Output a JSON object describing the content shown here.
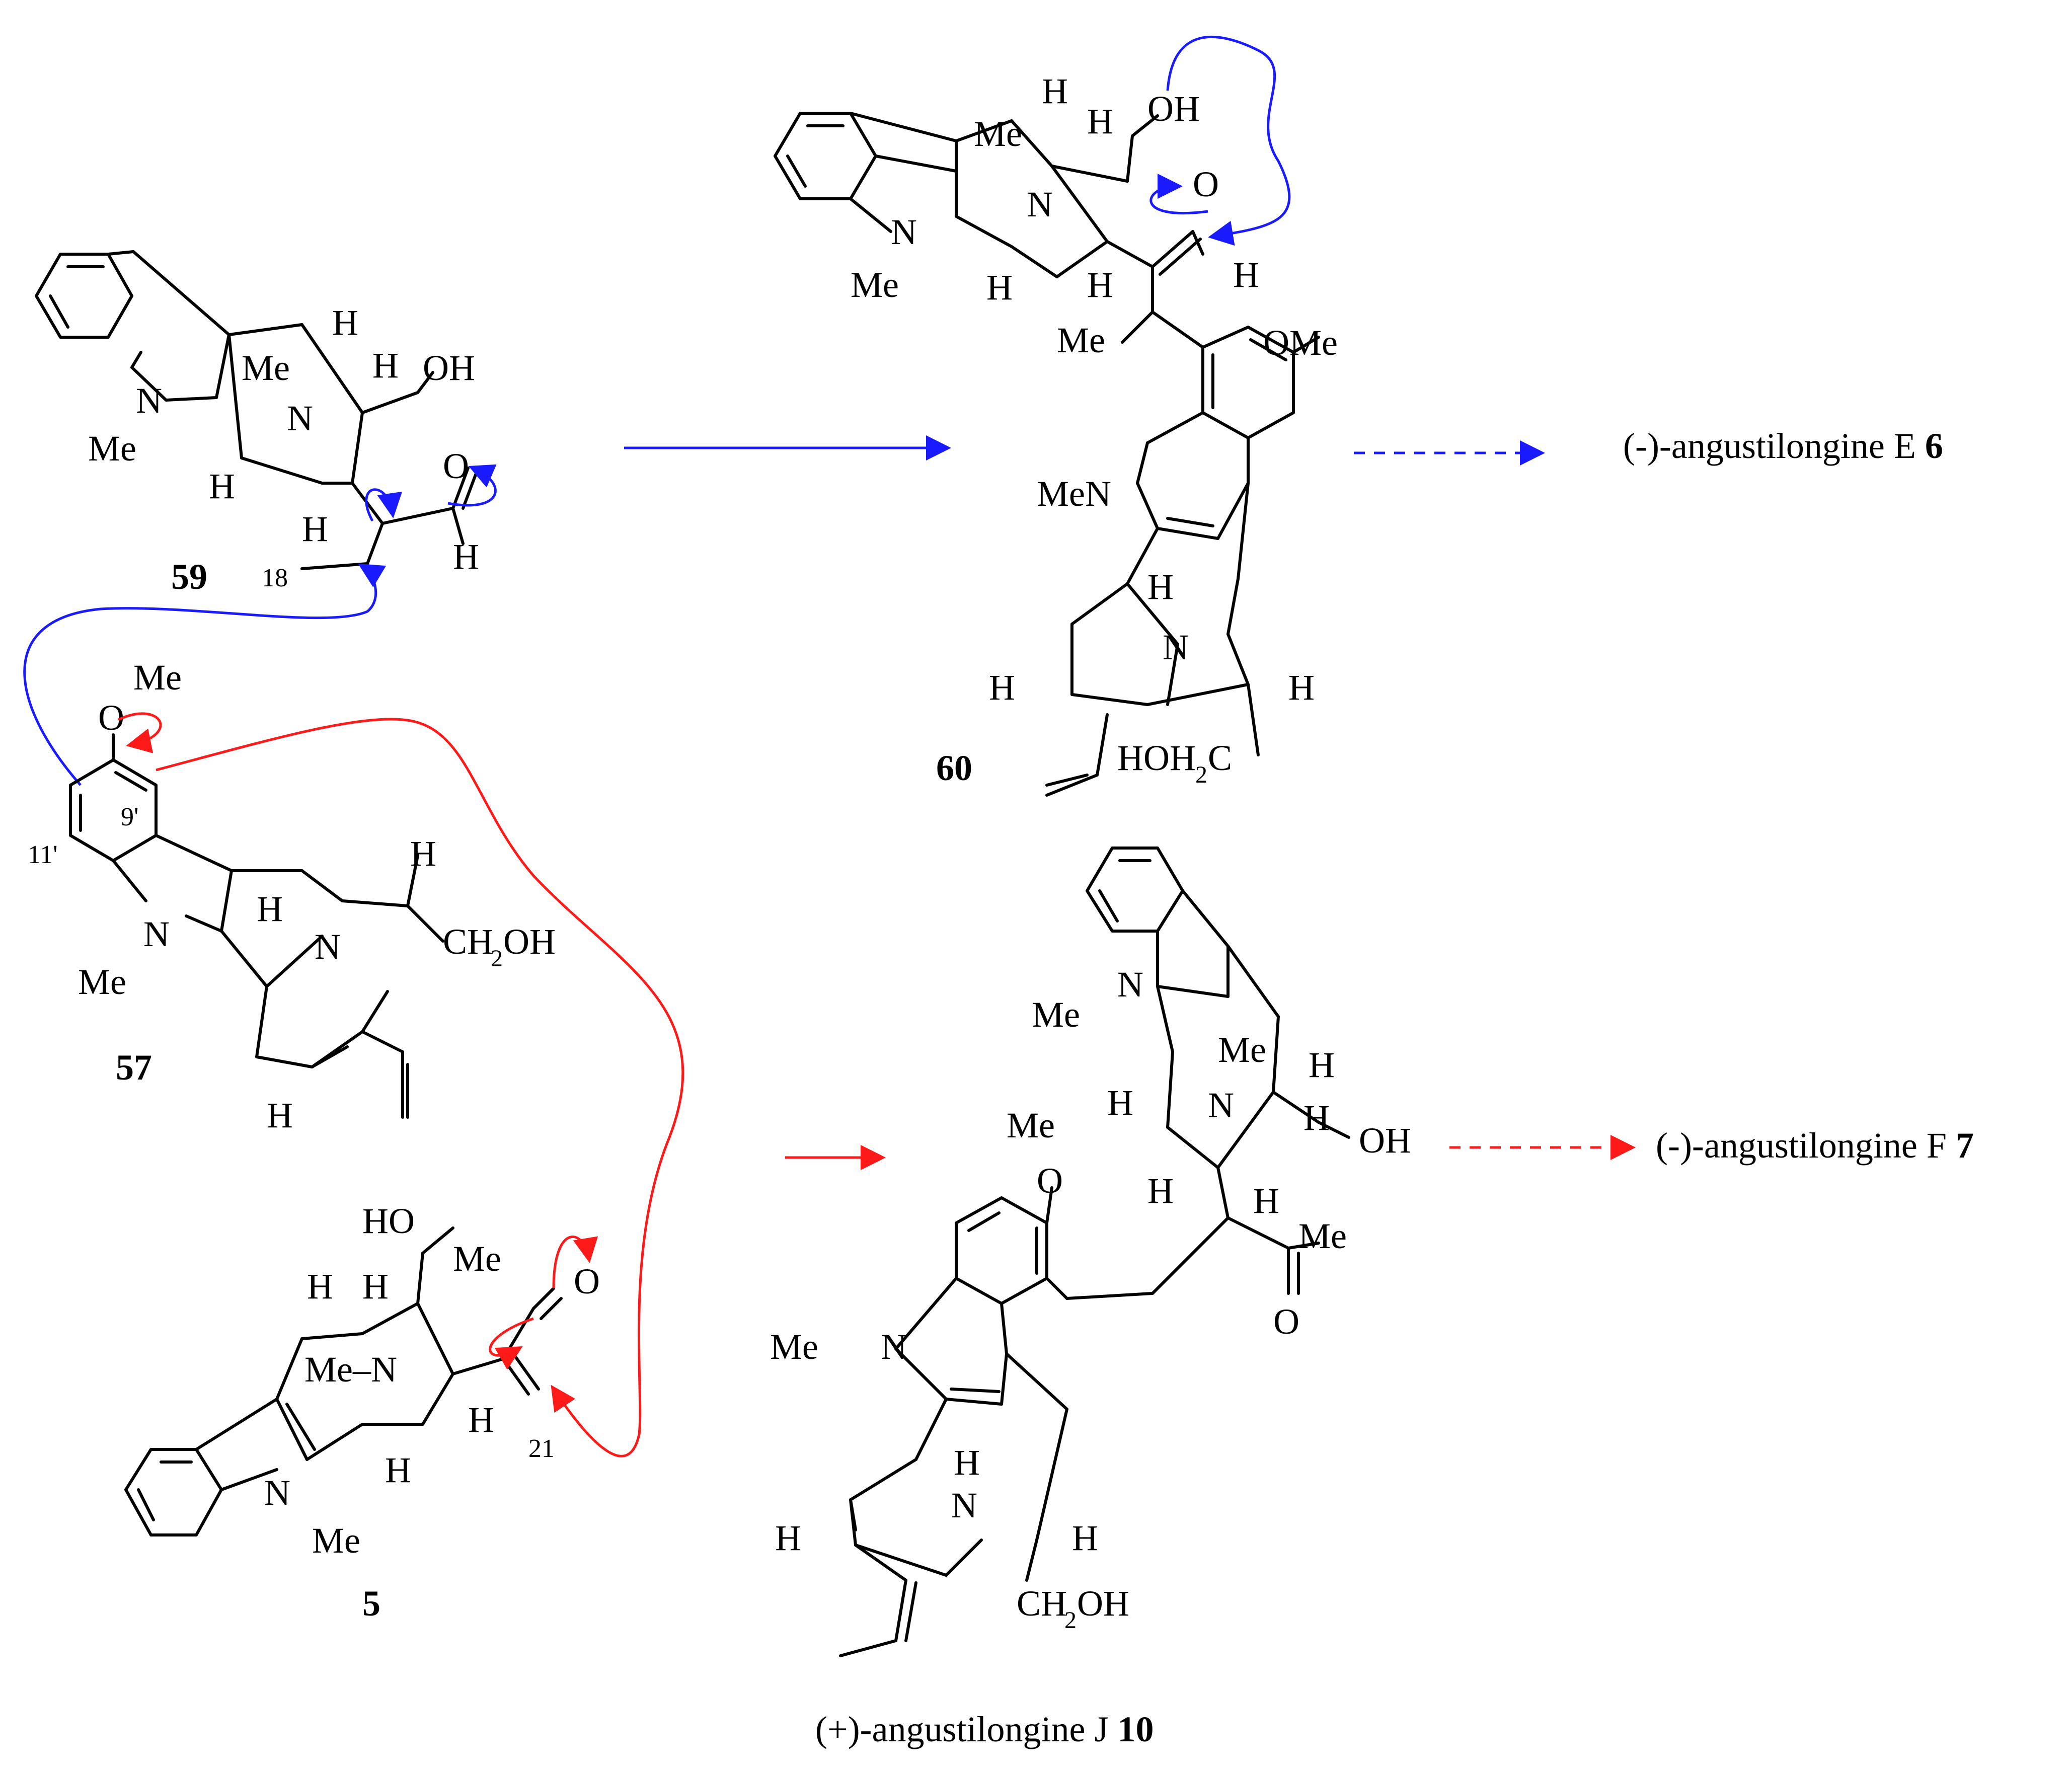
{
  "colors": {
    "blue_path": "#1a1aff",
    "red_path": "#ff1a1a",
    "ink": "#000000"
  },
  "compounds": {
    "c59": {
      "number": "59",
      "atom_label_18": "18"
    },
    "c57": {
      "number": "57",
      "atom_label_11p": "11'",
      "atom_label_9p": "9'"
    },
    "c5": {
      "number": "5",
      "atom_label_21": "21"
    },
    "c60": {
      "number": "60"
    },
    "c10": {
      "name": "(+)-angustilongine J ",
      "number": "10"
    }
  },
  "products": {
    "e6": {
      "name": "(-)-angustilongine E ",
      "number": "6"
    },
    "f7": {
      "name": "(-)-angustilongine F ",
      "number": "7"
    }
  },
  "atoms": {
    "H": "H",
    "N": "N",
    "O": "O",
    "Me": "Me",
    "MeN": "MeN",
    "OH": "OH",
    "OMe": "OMe",
    "Me_N": "Me–N",
    "CH2OH_a": "CH",
    "CH2OH_b": "2",
    "CH2OH_c": "OH",
    "HOH2C_a": "HOH",
    "HOH2C_b": "2",
    "HOH2C_c": "C",
    "HO": "HO"
  }
}
